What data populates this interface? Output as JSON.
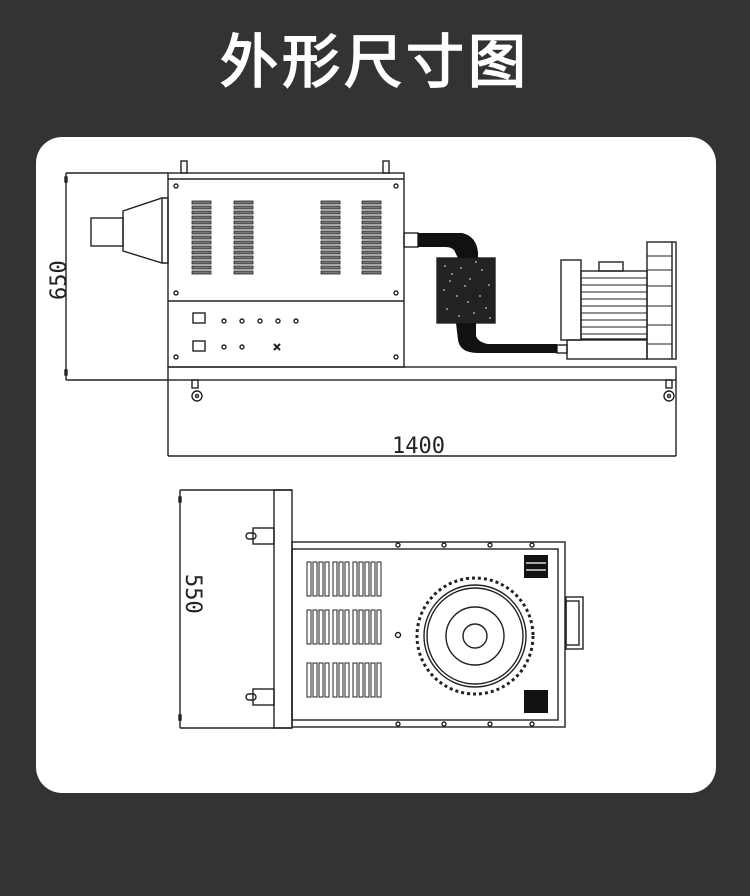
{
  "page": {
    "title": "外形尺寸图",
    "background_color": "#333333",
    "card_color": "#ffffff"
  },
  "side_view": {
    "height_dimension": "650",
    "length_dimension": "1400"
  },
  "top_view": {
    "width_dimension": "550"
  }
}
